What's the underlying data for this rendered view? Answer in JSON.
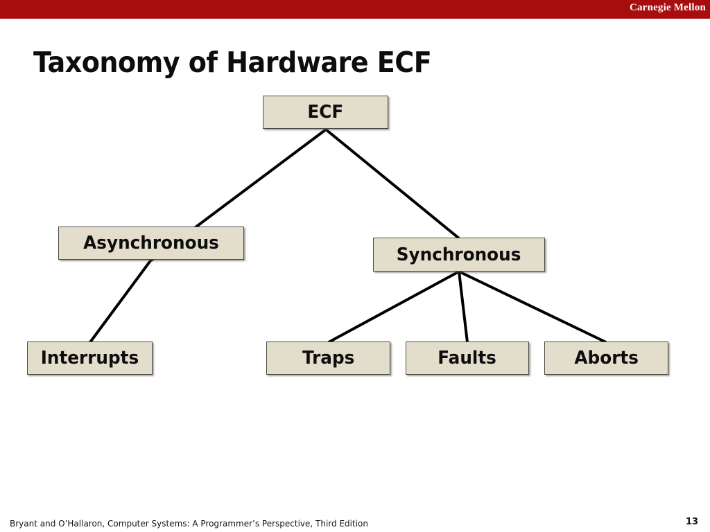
{
  "banner": {
    "institution": "Carnegie Mellon",
    "color": "#a80d0d"
  },
  "slide": {
    "title": "Taxonomy of Hardware ECF",
    "page_number": "13"
  },
  "footer": {
    "citation": "Bryant and O’Hallaron, Computer Systems: A Programmer’s Perspective, Third Edition"
  },
  "diagram": {
    "type": "tree",
    "node_fill": "#e3decc",
    "node_border": "#4a4a42",
    "edge_color": "#000000",
    "nodes": [
      {
        "id": "ecf",
        "label": "ECF"
      },
      {
        "id": "async",
        "label": "Asynchronous"
      },
      {
        "id": "sync",
        "label": "Synchronous"
      },
      {
        "id": "interrupts",
        "label": "Interrupts"
      },
      {
        "id": "traps",
        "label": "Traps"
      },
      {
        "id": "faults",
        "label": "Faults"
      },
      {
        "id": "aborts",
        "label": "Aborts"
      }
    ],
    "edges": [
      {
        "from": "ecf",
        "to": "async"
      },
      {
        "from": "ecf",
        "to": "sync"
      },
      {
        "from": "async",
        "to": "interrupts"
      },
      {
        "from": "sync",
        "to": "traps"
      },
      {
        "from": "sync",
        "to": "faults"
      },
      {
        "from": "sync",
        "to": "aborts"
      }
    ]
  }
}
